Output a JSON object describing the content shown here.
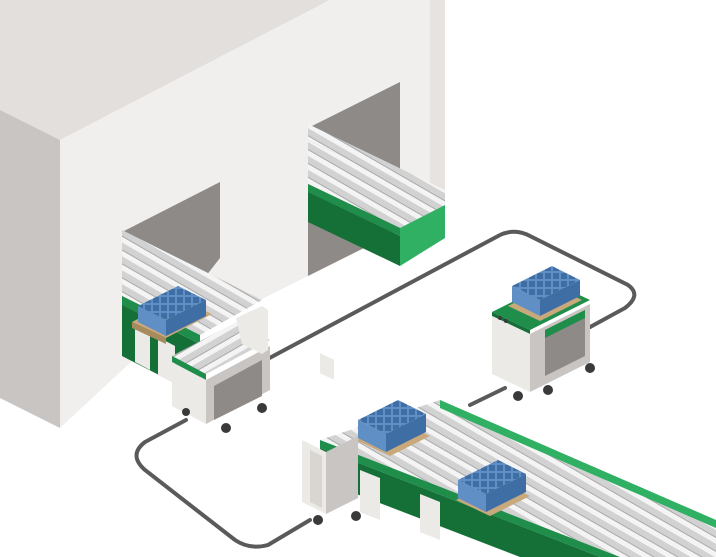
{
  "scene": {
    "subject": "isometric-warehouse-conveyor-agv-illustration",
    "objects": [
      "warehouse-building",
      "loading-door-left",
      "loading-door-right",
      "roller-conveyor-left",
      "roller-conveyor-right",
      "roller-conveyor-front",
      "agv-cart-1",
      "agv-cart-2",
      "agv-cart-3",
      "agv-guide-path",
      "crate-pallet"
    ]
  },
  "colors": {
    "background": "#ffffff",
    "building_front": "#f1efee",
    "building_side": "#c9c5c3",
    "building_top": "#e3dfdd",
    "door_shadow": "#8e8a88",
    "rollers": "#d2d2d2",
    "roller_highlight": "#f4f4f4",
    "frame_green": "#1f8e4b",
    "frame_green_dark": "#157038",
    "frame_green_light": "#2fb062",
    "crate_blue": "#5f8fc4",
    "crate_blue_dark": "#3e6ea3",
    "crate_blue_light": "#8db4df",
    "pallet_wood": "#c8a97c",
    "cart_body": "#eceae6",
    "cart_shadow": "#b9b4ae",
    "wheel": "#3a3a3a",
    "path": "#5a5a5a"
  }
}
